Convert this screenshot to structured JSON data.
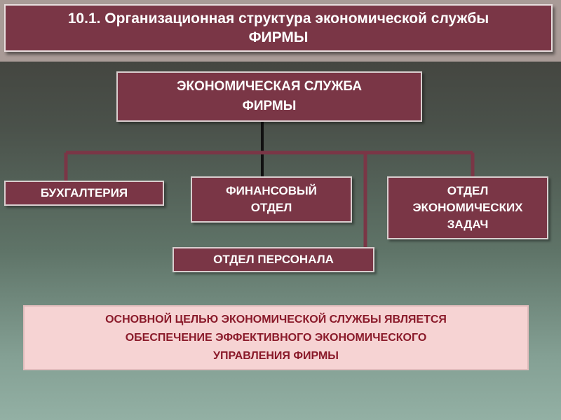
{
  "slide": {
    "title": "10.1. Организационная структура экономической службы\nФИРМЫ"
  },
  "org": {
    "root": "ЭКОНОМИЧЕСКАЯ СЛУЖБА\nФИРМЫ",
    "departments": [
      "БУХГАЛТЕРИЯ",
      "ФИНАНСОВЫЙ\nОТДЕЛ",
      "ОТДЕЛ\nЭКОНОМИЧЕСКИХ\nЗАДАЧ",
      "ОТДЕЛ ПЕРСОНАЛА"
    ]
  },
  "note": "ОСНОВНОЙ ЦЕЛЬЮ ЭКОНОМИЧЕСКОЙ СЛУЖБЫ ЯВЛЯЕТСЯ\nОБЕСПЕЧЕНИЕ ЭФФЕКТИВНОГО ЭКОНОМИЧЕСКОГО\nУПРАВЛЕНИЯ ФИРМЫ",
  "colors": {
    "box_fill": "#7a3646",
    "connector": "#7a3646",
    "root_connector": "#111111",
    "note_fill": "#f6d3d3",
    "note_text": "#8a1a2a"
  }
}
